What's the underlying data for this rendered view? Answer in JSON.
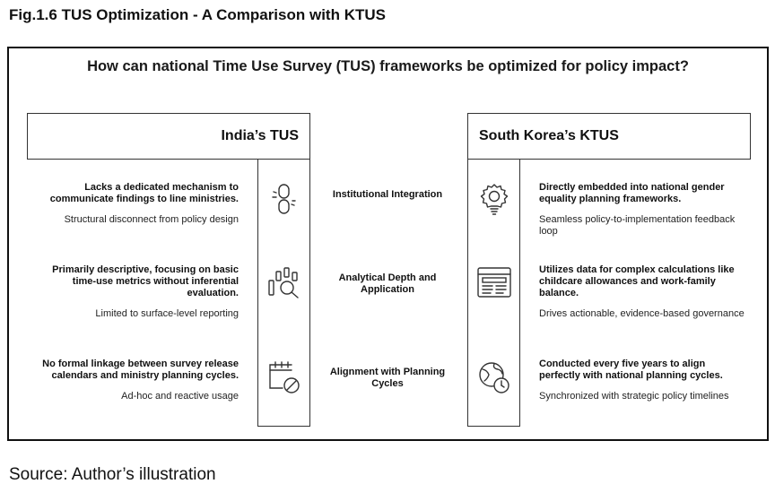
{
  "figure_title": "Fig.1.6 TUS Optimization - A Comparison with KTUS",
  "question": "How can national Time Use Survey (TUS) frameworks be optimized for policy impact?",
  "india": {
    "header": "India’s TUS",
    "rows": [
      {
        "finding": "Lacks a dedicated mechanism to communicate findings to line ministries.",
        "note": "Structural disconnect from policy design",
        "icon": "broken-chain-link-icon"
      },
      {
        "finding": "Primarily descriptive, focusing on basic time-use metrics without inferential evaluation.",
        "note": "Limited to surface-level reporting",
        "icon": "bar-chart-magnifier-icon"
      },
      {
        "finding": "No formal linkage between survey release calendars and ministry planning cycles.",
        "note": "Ad-hoc and reactive usage",
        "icon": "calendar-prohibited-icon"
      }
    ]
  },
  "criteria": [
    "Institutional Integration",
    "Analytical Depth and Application",
    "Alignment with Planning Cycles"
  ],
  "korea": {
    "header": "South Korea’s KTUS",
    "rows": [
      {
        "finding": "Directly embedded into national gender equality planning frameworks.",
        "note": "Seamless policy-to-implementation feedback loop",
        "icon": "lightbulb-gear-icon"
      },
      {
        "finding": "Utilizes data for complex calculations like childcare allowances and work-family balance.",
        "note": "Drives actionable, evidence-based governance",
        "icon": "document-dashboard-icon"
      },
      {
        "finding": "Conducted every five years to align perfectly with national planning cycles.",
        "note": "Synchronized with strategic policy timelines",
        "icon": "globe-clock-icon"
      }
    ]
  },
  "source": "Source: Author’s illustration"
}
